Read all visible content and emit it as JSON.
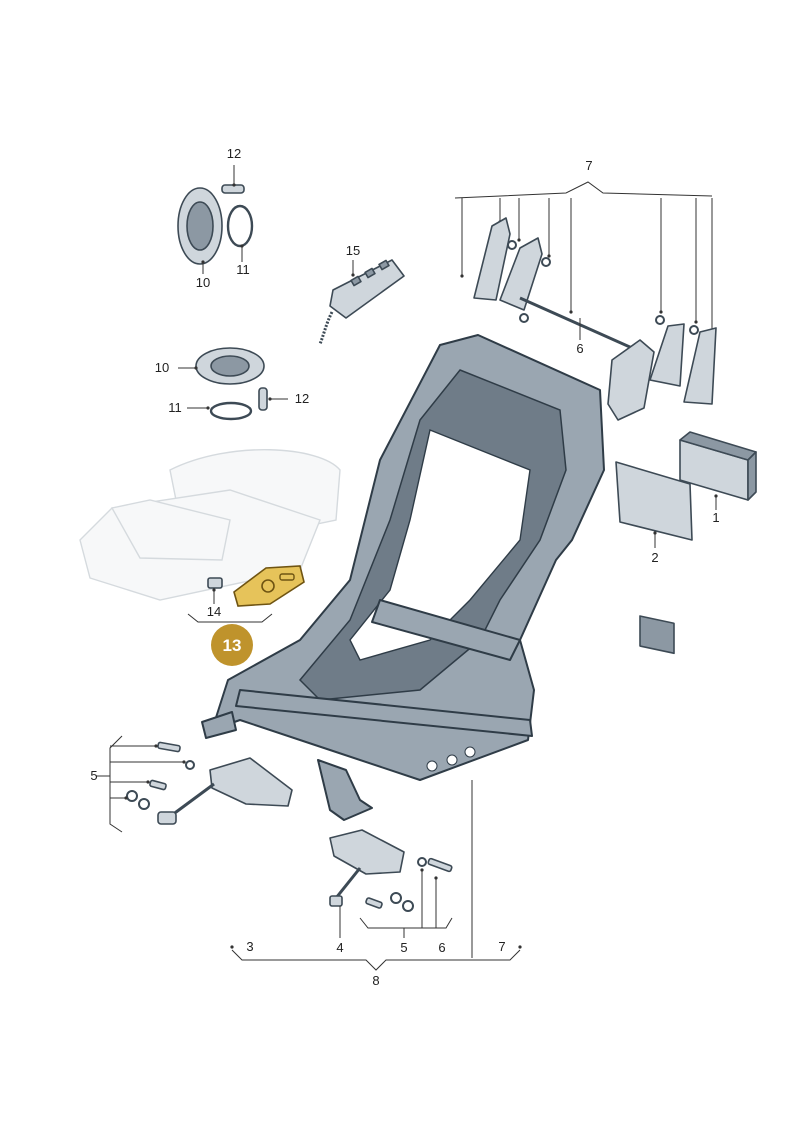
{
  "colors": {
    "badge_fill": "#bf932c",
    "badge_text": "#ffffff",
    "highlight_part": "#e6c35a",
    "part_gray": "#cfd6dc",
    "line": "#333333"
  },
  "callouts": {
    "c12_top": "12",
    "c11_top": "11",
    "c10_top": "10",
    "c15": "15",
    "c10_mid": "10",
    "c11_mid": "11",
    "c12_mid": "12",
    "c7_top": "7",
    "c6_top": "6",
    "c1": "1",
    "c2": "2",
    "c14": "14",
    "c5_left": "5",
    "c4": "4",
    "c5_bottom": "5",
    "c6_bottom": "6",
    "c3": "3",
    "c7_bottom": "7",
    "c8": "8"
  },
  "badge": {
    "number": "13"
  }
}
